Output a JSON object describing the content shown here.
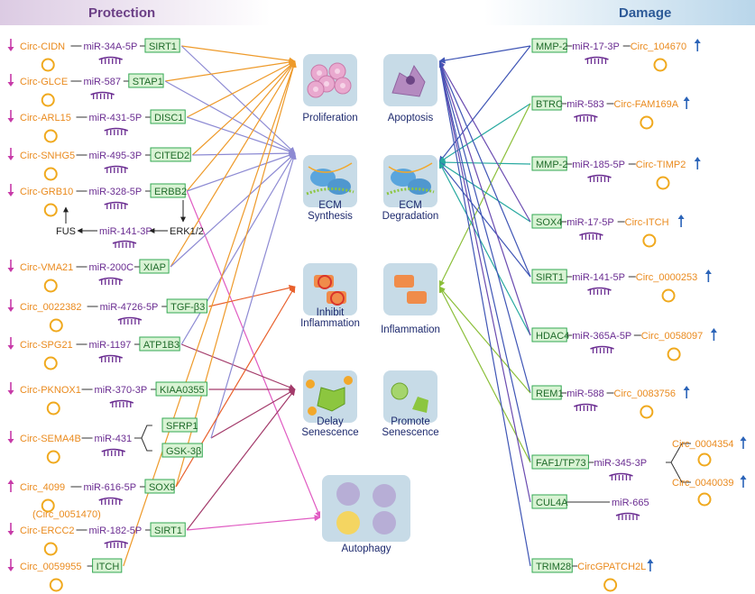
{
  "headers": {
    "left": "Protection",
    "right": "Damage"
  },
  "colors": {
    "circ": "#ea8a1d",
    "mir": "#6a2c91",
    "gene_fill": "#d9f3d4",
    "gene_stroke": "#34a853",
    "gene_text": "#1f6b2a",
    "down_arrow": "#c73aa8",
    "up_arrow": "#2a63b8"
  },
  "outcomes": [
    {
      "id": "proliferation",
      "lines": [
        "Proliferation"
      ]
    },
    {
      "id": "apoptosis",
      "lines": [
        "Apoptosis"
      ]
    },
    {
      "id": "ecm-synthesis",
      "lines": [
        "ECM",
        "Synthesis"
      ]
    },
    {
      "id": "ecm-degradation",
      "lines": [
        "ECM",
        "Degradation"
      ]
    },
    {
      "id": "inhibit-inflammation",
      "lines": [
        "Inhibit",
        "Inflammation"
      ]
    },
    {
      "id": "inflammation",
      "lines": [
        "Inflammation"
      ]
    },
    {
      "id": "delay-senescence",
      "lines": [
        "Delay",
        "Senescence"
      ]
    },
    {
      "id": "promote-senescence",
      "lines": [
        "Promote",
        "Senescence"
      ]
    },
    {
      "id": "autophagy",
      "lines": [
        "Autophagy"
      ]
    }
  ],
  "protection": [
    {
      "circ": "Circ-CIDN",
      "mir": "miR-34A-5P",
      "gene": "SIRT1",
      "arrow": "down"
    },
    {
      "circ": "Circ-GLCE",
      "mir": "miR-587",
      "gene": "STAP1",
      "arrow": "down"
    },
    {
      "circ": "Circ-ARL15",
      "mir": "miR-431-5P",
      "gene": "DISC1",
      "arrow": "down"
    },
    {
      "circ": "Circ-SNHG5",
      "mir": "miR-495-3P",
      "gene": "CITED2",
      "arrow": "down"
    },
    {
      "circ": "Circ-GRB10",
      "mir": "miR-328-5P",
      "gene": "ERBB2",
      "arrow": "down"
    },
    {
      "circ": "Circ-VMA21",
      "mir": "miR-200C",
      "gene": "XIAP",
      "arrow": "down"
    },
    {
      "circ": "Circ_0022382",
      "mir": "miR-4726-5P",
      "gene": "TGF-β3",
      "arrow": "down"
    },
    {
      "circ": "Circ-SPG21",
      "mir": "miR-1197",
      "gene": "ATP1B3",
      "arrow": "down"
    },
    {
      "circ": "Circ-PKNOX1",
      "mir": "miR-370-3P",
      "gene": "KIAA0355",
      "arrow": "down"
    },
    {
      "circ": "Circ-SEMA4B",
      "mir": "miR-431",
      "gene": "SFRP1",
      "gene2": "GSK-3β",
      "arrow": "down"
    },
    {
      "circ": "Circ_4099",
      "mir": "miR-616-5P",
      "gene": "SOX9",
      "arrow": "up"
    },
    {
      "circ": "Circ-ERCC2",
      "alias": "(Circ_0051470)",
      "mir": "miR-182-5P",
      "gene": "SIRT1",
      "arrow": "down"
    },
    {
      "circ": "Circ_0059955",
      "mir": "",
      "gene": "ITCH",
      "arrow": "down"
    }
  ],
  "grb10_branch": {
    "fus": "FUS",
    "mir": "miR-141-3P",
    "erk": "ERK1/2"
  },
  "damage": [
    {
      "gene": "MMP-2",
      "mir": "miR-17-3P",
      "circ": "Circ_104670",
      "arrow": "up"
    },
    {
      "gene": "BTRC",
      "mir": "miR-583",
      "circ": "Circ-FAM169A",
      "arrow": "up"
    },
    {
      "gene": "MMP-2",
      "mir": "miR-185-5P",
      "circ": "Circ-TIMP2",
      "arrow": "up"
    },
    {
      "gene": "SOX4",
      "mir": "miR-17-5P",
      "circ": "Circ-ITCH",
      "arrow": "up"
    },
    {
      "gene": "SIRT1",
      "mir": "miR-141-5P",
      "circ": "Circ_0000253",
      "arrow": "up"
    },
    {
      "gene": "HDAC4",
      "mir": "miR-365A-5P",
      "circ": "Circ_0058097",
      "arrow": "up"
    },
    {
      "gene": "REM1",
      "mir": "miR-588",
      "circ": "Circ_0083756",
      "arrow": "up"
    },
    {
      "gene": "FAF1/TP73",
      "mir": "miR-345-3P",
      "circ": "Circ_0004354",
      "arrow": "up"
    },
    {
      "gene": "CUL4A",
      "mir": "miR-665",
      "circ": "Circ_0040039",
      "arrow": "up"
    },
    {
      "gene": "TRIM28",
      "mir": "",
      "circ": "CircGPATCH2L",
      "arrow": "up"
    }
  ]
}
